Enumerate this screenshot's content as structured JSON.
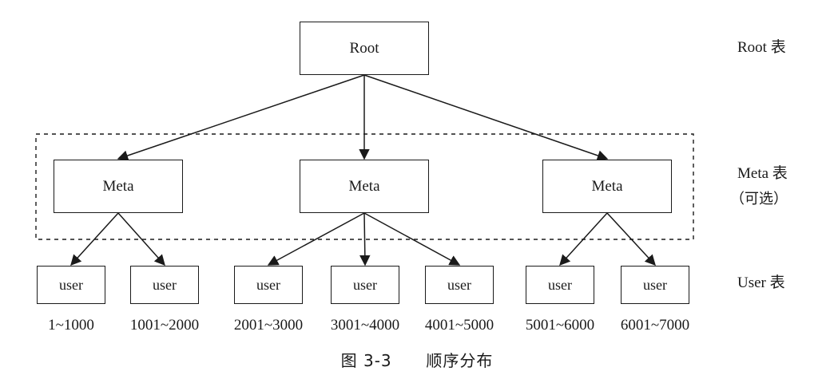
{
  "nodes": {
    "root": "Root",
    "meta": [
      "Meta",
      "Meta",
      "Meta"
    ],
    "user": [
      "user",
      "user",
      "user",
      "user",
      "user",
      "user",
      "user"
    ]
  },
  "ranges": [
    "1~1000",
    "1001~2000",
    "2001~3000",
    "3001~4000",
    "4001~5000",
    "5001~6000",
    "6001~7000"
  ],
  "side_labels": {
    "root": "Root 表",
    "meta": "Meta 表",
    "meta_note": "（可选）",
    "user": "User 表"
  },
  "caption": {
    "number": "图 3-3",
    "title": "顺序分布"
  },
  "edges": [
    [
      "root",
      "meta-0"
    ],
    [
      "root",
      "meta-1"
    ],
    [
      "root",
      "meta-2"
    ],
    [
      "meta-0",
      "user-0"
    ],
    [
      "meta-0",
      "user-1"
    ],
    [
      "meta-1",
      "user-2"
    ],
    [
      "meta-1",
      "user-3"
    ],
    [
      "meta-1",
      "user-4"
    ],
    [
      "meta-2",
      "user-5"
    ],
    [
      "meta-2",
      "user-6"
    ]
  ],
  "meta_group_style": "dashed"
}
